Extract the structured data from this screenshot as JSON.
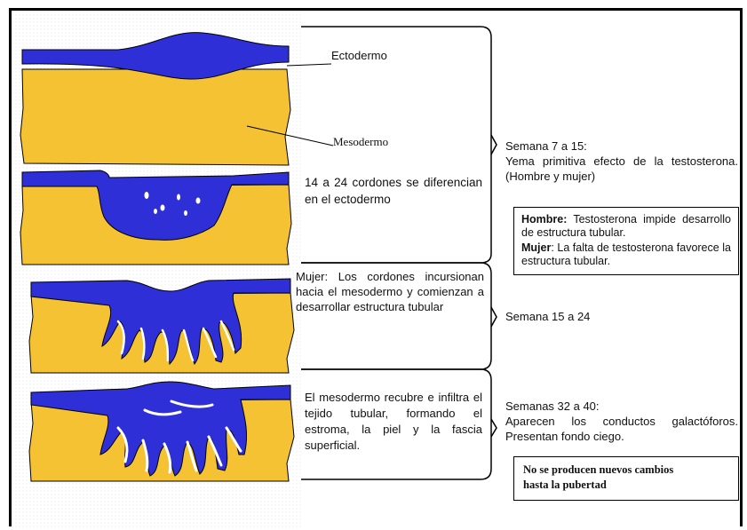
{
  "labels": {
    "ectodermo": "Ectodermo",
    "mesodermo": "Mesodermo"
  },
  "stages": [
    {
      "text": ""
    },
    {
      "text": "14 a 24 cordones se diferencian en el ectodermo"
    },
    {
      "text": "Mujer: Los cordones incursionan hacia el mesodermo y comienzan a desarrollar estructura tubular"
    },
    {
      "text": "El mesodermo recubre e infiltra el tejido tubular, formando el estroma, la piel y la fascia superficial."
    }
  ],
  "periods": [
    {
      "title": "Semana 7 a 15:",
      "body": "Yema primitiva efecto de la testosterona. (Hombre y mujer)"
    },
    {
      "title": "Semana 15 a 24",
      "body": ""
    },
    {
      "title": "Semanas 32 a 40:",
      "body": "Aparecen los conductos galactóforos. Presentan fondo ciego."
    }
  ],
  "notes": {
    "hombre_label": "Hombre:",
    "hombre_text": "Testosterona impide desarrollo de estructura tubular.",
    "mujer_label": "Mujer",
    "mujer_text": ": La falta de testosterona favorece la estructura tubular.",
    "final_line1": "No se producen nuevos cambios",
    "final_line2": "hasta la pubertad"
  },
  "colors": {
    "ectoderm": "#2f2fd8",
    "mesoderm": "#f4c232"
  }
}
